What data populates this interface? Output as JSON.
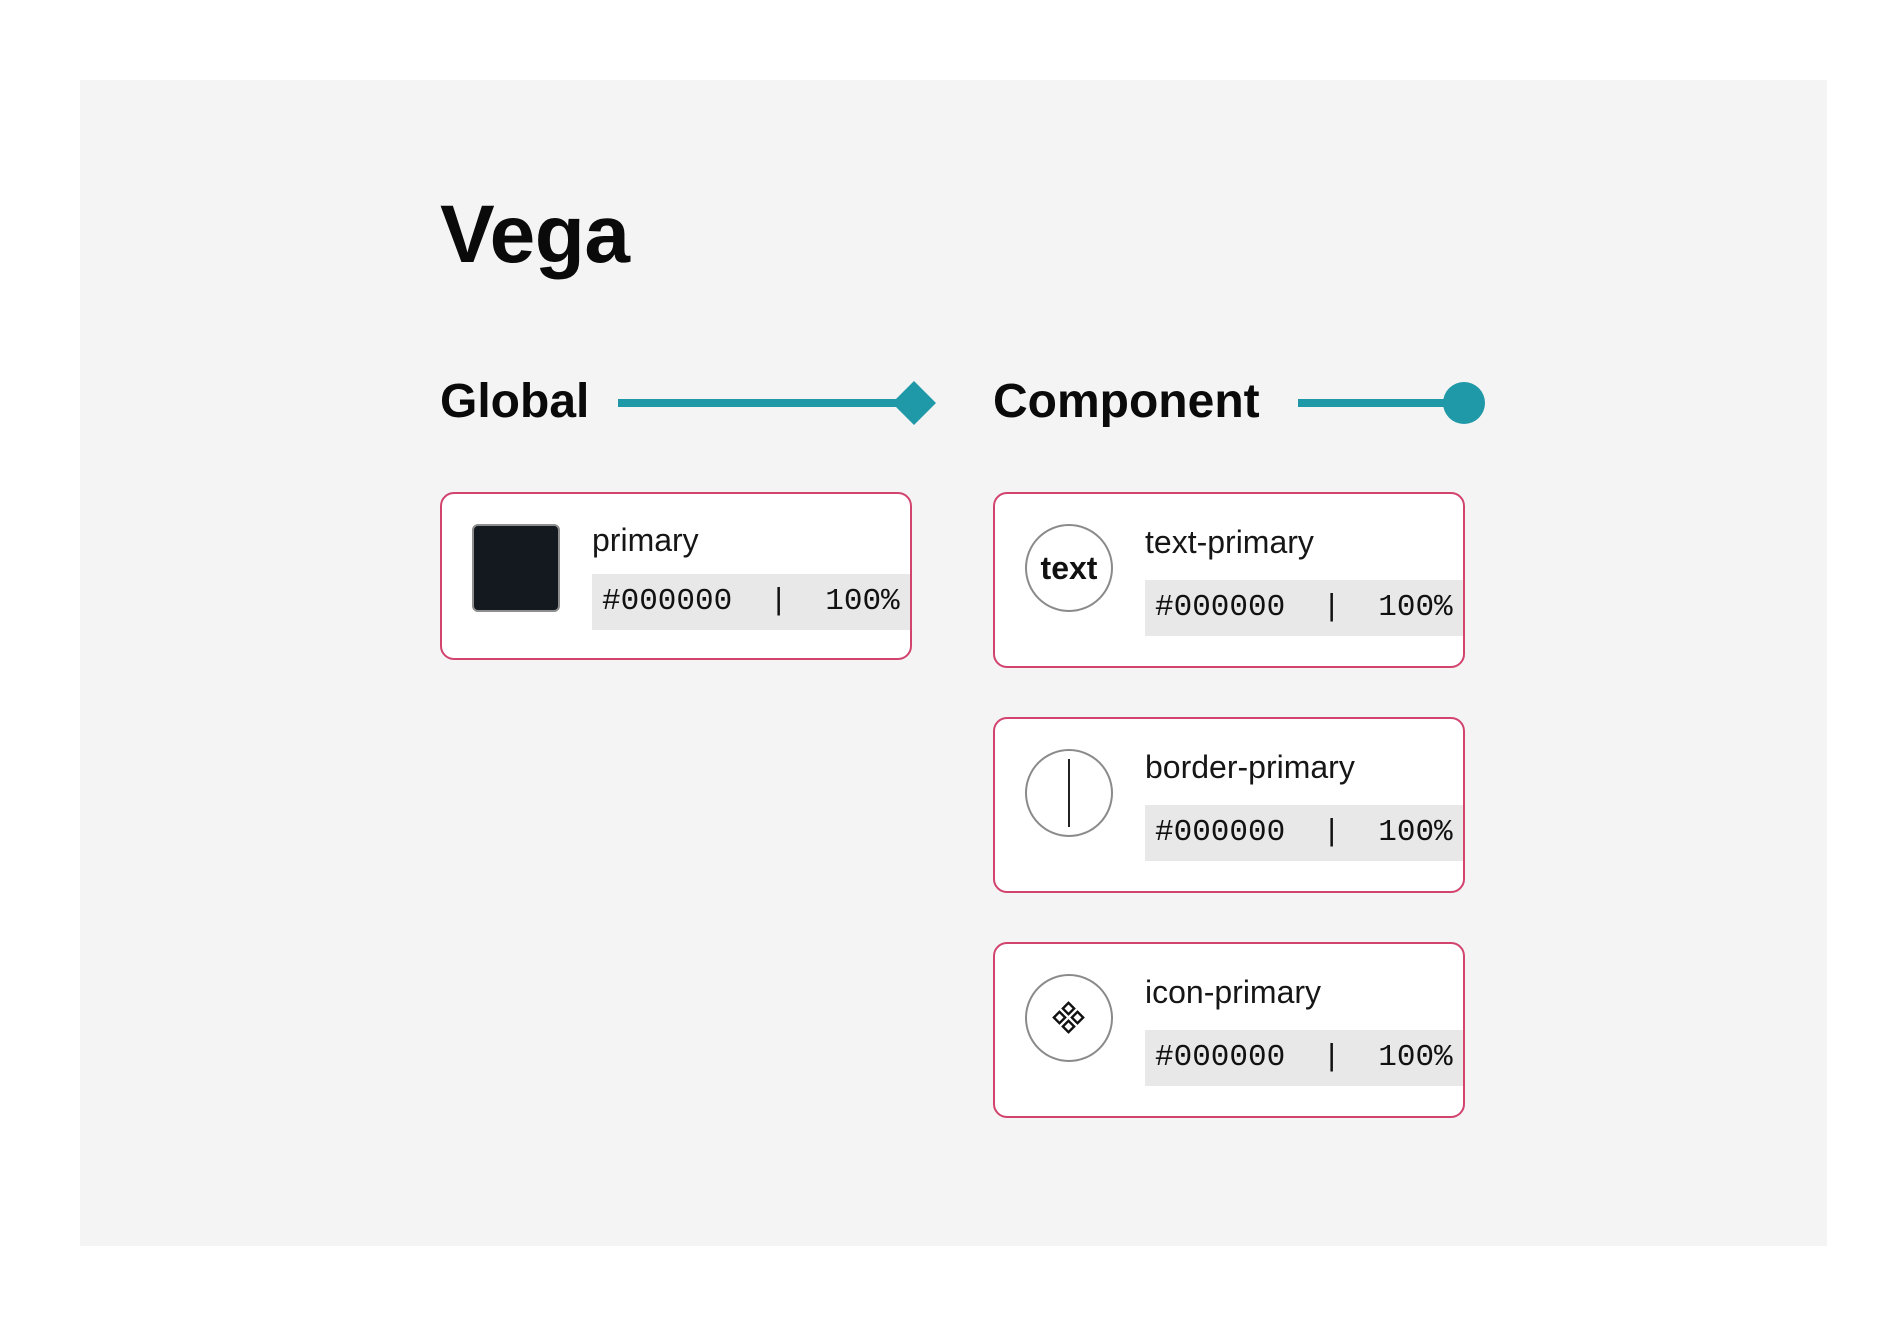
{
  "title": "Vega",
  "sections": {
    "global": {
      "label": "Global",
      "tokens": [
        {
          "name": "primary",
          "value": "#000000  |  100%",
          "swatch_color": "#141920"
        }
      ]
    },
    "component": {
      "label": "Component",
      "tokens": [
        {
          "name": "text-primary",
          "value": "#000000  |  100%",
          "icon": "text-icon",
          "icon_text": "text"
        },
        {
          "name": "border-primary",
          "value": "#000000  |  100%",
          "icon": "border-line-icon"
        },
        {
          "name": "icon-primary",
          "value": "#000000  |  100%",
          "icon": "four-diamonds-icon"
        }
      ]
    }
  },
  "colors": {
    "accent": "#1f98a8",
    "card_border": "#d2436e",
    "panel_background": "#f4f4f4"
  }
}
